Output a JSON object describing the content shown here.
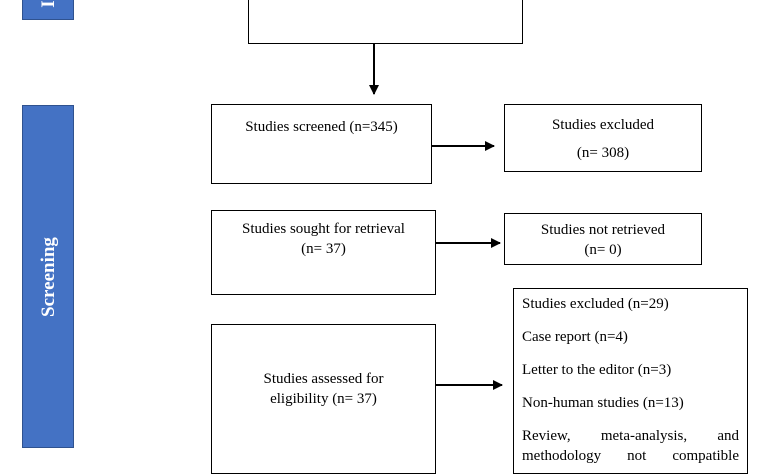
{
  "bands": {
    "top_label": "I",
    "screening_label": "Screening"
  },
  "boxes": {
    "top_box_text": "",
    "screened": "Studies screened (n=345)",
    "excluded_1": [
      "Studies excluded",
      "(n= 308)"
    ],
    "sought": [
      "Studies sought for retrieval",
      "(n= 37)"
    ],
    "not_retrieved": [
      "Studies not retrieved",
      "(n= 0)"
    ],
    "assessed": [
      "Studies assessed for",
      "eligibility (n= 37)"
    ],
    "excluded_2": {
      "title": "Studies excluded (n=29)",
      "items": [
        "Case report (n=4)",
        "Letter to the editor (n=3)",
        "Non-human studies (n=13)"
      ],
      "last_line_1": "Review, meta-analysis, and",
      "last_line_2": "methodology not compatible"
    }
  },
  "colors": {
    "band": "#4472c4",
    "band_border": "#2f528f",
    "text": "#000000",
    "band_text": "#ffffff"
  }
}
